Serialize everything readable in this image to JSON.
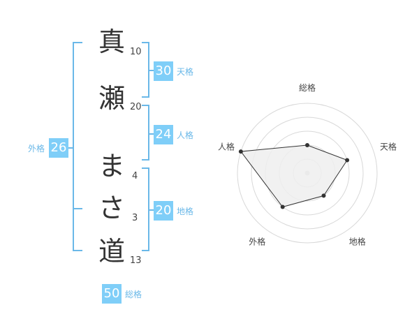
{
  "name_chars": [
    {
      "char": "真",
      "strokes": "10"
    },
    {
      "char": "瀬",
      "strokes": "20"
    },
    {
      "char": "ま",
      "strokes": "4"
    },
    {
      "char": "さ",
      "strokes": "3"
    },
    {
      "char": "道",
      "strokes": "13"
    }
  ],
  "fortunes": {
    "tenkaku": {
      "value": "30",
      "label": "天格"
    },
    "jinkaku": {
      "value": "24",
      "label": "人格"
    },
    "chikaku": {
      "value": "20",
      "label": "地格"
    },
    "gaikaku": {
      "value": "26",
      "label": "外格"
    },
    "soukaku": {
      "value": "50",
      "label": "総格"
    }
  },
  "colors": {
    "bracket": "#6ab8e8",
    "badge": "#7fcef8",
    "badge_text": "#ffffff",
    "label": "#6ab8e8",
    "radar_fill": "#eeeeee",
    "radar_line": "#333333",
    "ring": "#d8d8d8"
  },
  "chart_data": {
    "type": "radar",
    "axes": [
      "総格",
      "天格",
      "地格",
      "外格",
      "人格"
    ],
    "values": [
      2,
      3,
      2,
      3,
      5
    ],
    "rlim": [
      0,
      5
    ],
    "grid": true
  }
}
